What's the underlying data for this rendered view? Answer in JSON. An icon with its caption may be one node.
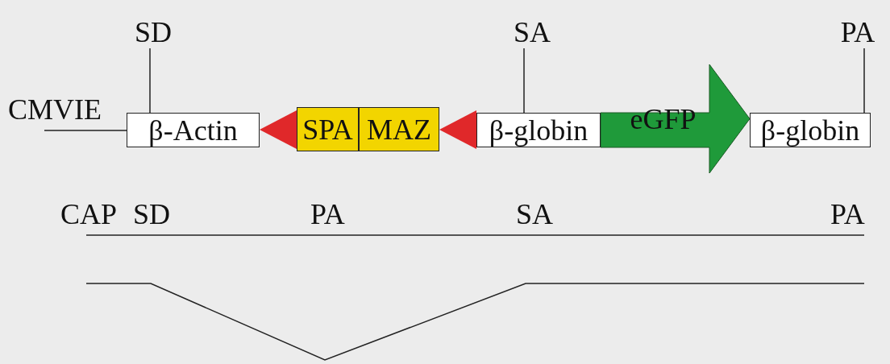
{
  "diagram": {
    "nodes": [
      {
        "text": [
          "SD"
        ]
      },
      {
        "text": [
          "SA"
        ]
      },
      {
        "text": [
          "PA"
        ]
      },
      {
        "text": [
          "β-Actin"
        ]
      },
      {
        "text": [],
        "shape": "triangle"
      },
      {
        "text": [
          "SPA"
        ]
      },
      {
        "text": [
          "MAZ"
        ]
      },
      {
        "text": [],
        "shape": "triangle"
      },
      {
        "text": [
          "β-globin"
        ]
      },
      {
        "text": [
          "eGFP"
        ]
      },
      {
        "text": [
          "β-globin"
        ]
      }
    ],
    "edges": [
      {
        "from": 0,
        "to": 3,
        "arrow": "none"
      },
      {
        "from": 1,
        "to": 8,
        "arrow": "none"
      },
      {
        "from": 2,
        "to": 10,
        "arrow": "none"
      },
      {
        "from": null,
        "to": 3,
        "arrow": "none"
      }
    ],
    "labels": [
      "CMVIE",
      "CAP",
      "SD",
      "PA",
      "SA",
      "PA"
    ]
  }
}
